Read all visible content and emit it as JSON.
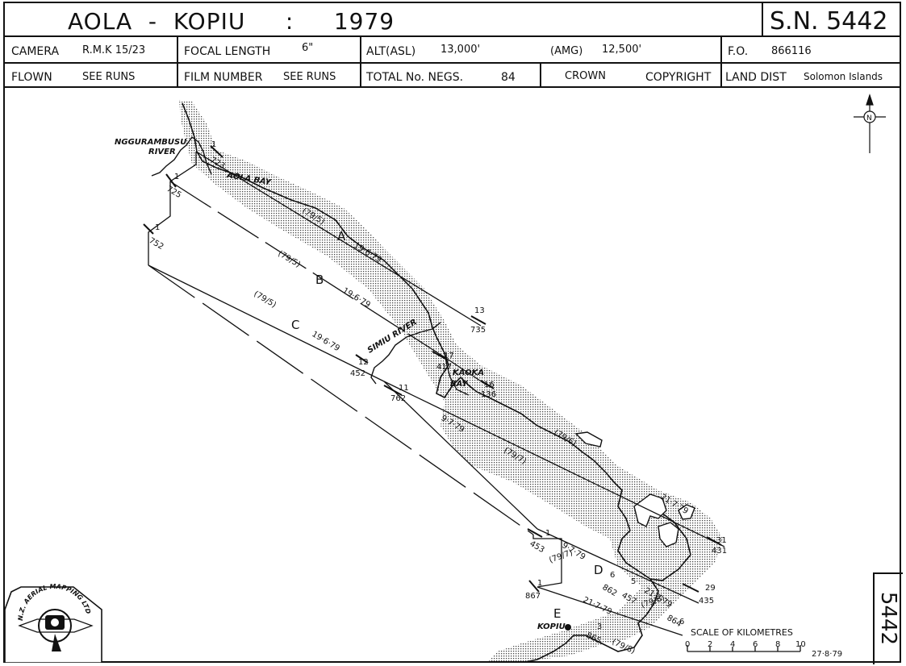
{
  "header": {
    "title_left": "AOLA",
    "title_dash": "-",
    "title_right": "KOPIU",
    "title_colon": ":",
    "title_year": "1979",
    "serial": "S.N. 5442"
  },
  "row1": {
    "camera_label": "CAMERA",
    "camera_value": "R.M.K 15/23",
    "focal_label": "FOCAL LENGTH",
    "focal_value": "6\"",
    "alt_label": "ALT(ASL)",
    "alt_value": "13,000'",
    "amg_label": "(AMG)",
    "amg_value": "12,500'",
    "fo_label": "F.O.",
    "fo_value": "866116"
  },
  "row2": {
    "flown_label": "FLOWN",
    "flown_value": "SEE RUNS",
    "film_label": "FILM NUMBER",
    "film_value": "SEE RUNS",
    "negs_label": "TOTAL No. NEGS.",
    "negs_value": "84",
    "crown": "CROWN",
    "copyright": "COPYRIGHT",
    "land_label": "LAND DIST",
    "land_value": "Solomon Islands"
  },
  "map": {
    "place_labels": {
      "ngg1": "NGGURAMBUSU",
      "ngg2": "RIVER",
      "aola_bay": "AOLA BAY",
      "simiu": "SIMIU RIVER",
      "kaoka1": "KAOKA",
      "kaoka2": "BAY",
      "kopiu": "KOPIU"
    },
    "runs": {
      "A": {
        "letter": "A",
        "film": "(79/5)",
        "date": "19·6·79",
        "start_no": "1",
        "start_neg": "723",
        "end_no": "13",
        "end_neg": "735"
      },
      "B": {
        "letter": "B",
        "film": "(79/5)",
        "date": "19·6·79",
        "start_no": "1",
        "start_neg": "725"
      },
      "C": {
        "letter": "C",
        "film": "(79/5)",
        "date": "19·6·79",
        "start_no": "1",
        "start_neg": "752",
        "mid_no": "12",
        "mid_neg": "452",
        "mid2_no": "11",
        "mid2_neg": "762"
      },
      "C_cont": {
        "date": "9·7·79",
        "film": "(79/7)",
        "film2": "(79/6)"
      },
      "B_end": {
        "no": "17",
        "neg": "417",
        "no2": "16",
        "neg2": "136"
      },
      "coast": {
        "date": "21·7·79",
        "no": "31",
        "neg": "431",
        "no2": "29",
        "neg2": "435"
      },
      "D": {
        "letter": "D",
        "film": "(79/7)",
        "date": "9·7·79",
        "start_no": "1",
        "start_neg": "453",
        "n6": "6",
        "neg6": "862",
        "n5": "5",
        "neg5": "457",
        "date2": "21·7·79",
        "film2": "(79/8)",
        "neg864": "864",
        "n6b": "6"
      },
      "E": {
        "letter": "E",
        "film": "(79/8)",
        "date": "21·7·79",
        "start_no": "1",
        "start_neg": "867",
        "n3": "3",
        "neg3": "865"
      }
    },
    "north": "N"
  },
  "scale": {
    "label": "SCALE OF KILOMETRES",
    "ticks": [
      "0",
      "2",
      "4",
      "6",
      "8",
      "10"
    ],
    "date": "27·8·79"
  },
  "logo": {
    "text": "N.Z. AERIAL MAPPING LTD"
  },
  "side_number": "5442"
}
